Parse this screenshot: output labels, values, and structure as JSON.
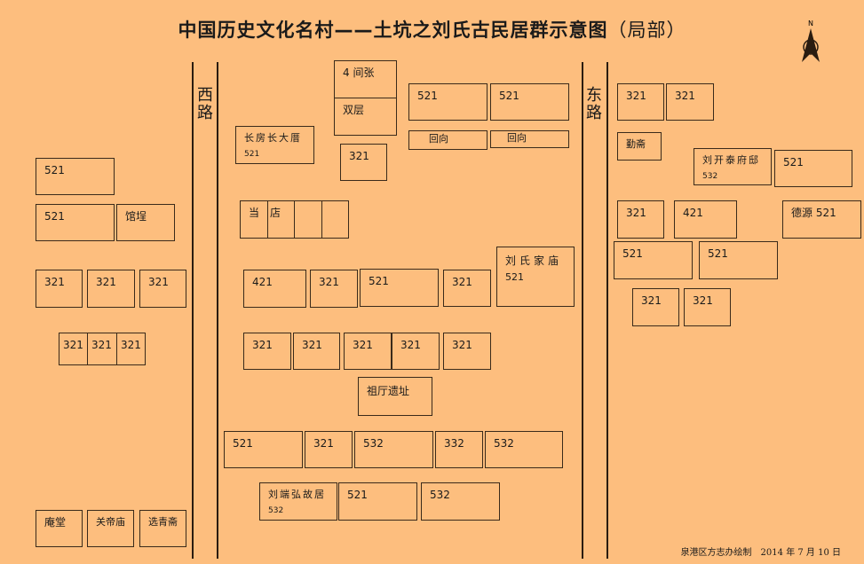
{
  "title": "中国历史文化名村——土坑之刘氏古民居群示意图",
  "subtitle": "（局部）",
  "compass_label": "N",
  "roads": {
    "west": "西路",
    "east": "东路"
  },
  "footer": "泉港区方志办绘制　2014 年 7 月 10 日",
  "boxes": [
    {
      "t": "521"
    },
    {
      "t": "521"
    },
    {
      "t": "馆埕"
    },
    {
      "t": "321"
    },
    {
      "t": "321"
    },
    {
      "t": "321"
    },
    {
      "t": "321"
    },
    {
      "t": "321"
    },
    {
      "t": "321"
    },
    {
      "t": "庵堂"
    },
    {
      "t": "关帝庙"
    },
    {
      "t": "选青斋"
    },
    {
      "t": "4 间张"
    },
    {
      "t": "双层"
    },
    {
      "t": "521"
    },
    {
      "t": "521"
    },
    {
      "t": "回向"
    },
    {
      "t": "回向"
    },
    {
      "t": "长房长大厝",
      "s": "521"
    },
    {
      "t": "321"
    },
    {
      "t": "当　店"
    },
    {
      "t": ""
    },
    {
      "t": ""
    },
    {
      "t": "刘氏家庙",
      "s": "521"
    },
    {
      "t": "421"
    },
    {
      "t": "321"
    },
    {
      "t": "521"
    },
    {
      "t": "321"
    },
    {
      "t": "321"
    },
    {
      "t": "321"
    },
    {
      "t": "321"
    },
    {
      "t": "321"
    },
    {
      "t": "321"
    },
    {
      "t": "祖厅遗址"
    },
    {
      "t": "521"
    },
    {
      "t": "321"
    },
    {
      "t": "532"
    },
    {
      "t": "332"
    },
    {
      "t": "532"
    },
    {
      "t": "刘端弘故居",
      "s": "532"
    },
    {
      "t": "521"
    },
    {
      "t": "532"
    },
    {
      "t": "321"
    },
    {
      "t": "321"
    },
    {
      "t": "勤斋"
    },
    {
      "t": "刘开泰府邸",
      "s": "532"
    },
    {
      "t": "521"
    },
    {
      "t": "321"
    },
    {
      "t": "421"
    },
    {
      "t": "德源 521"
    },
    {
      "t": "521"
    },
    {
      "t": "521"
    },
    {
      "t": "321"
    },
    {
      "t": "321"
    }
  ]
}
